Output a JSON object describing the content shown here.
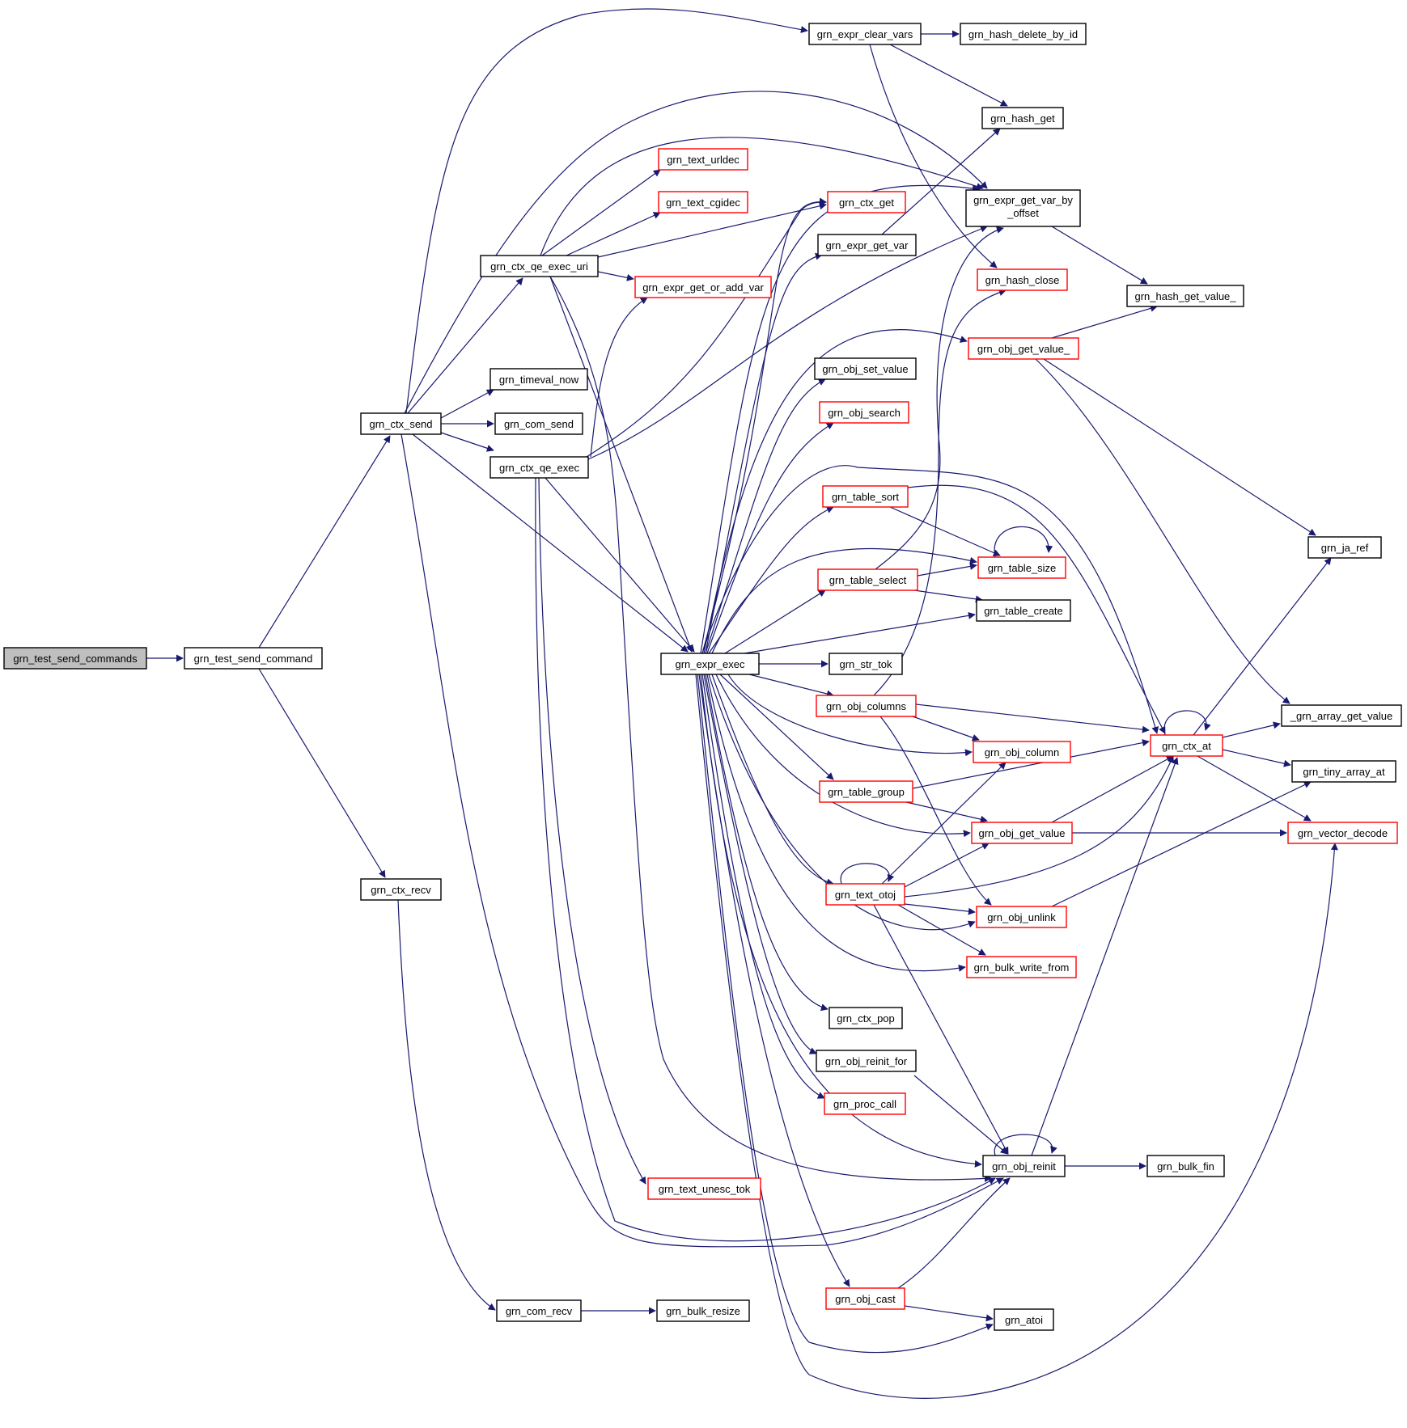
{
  "colors": {
    "edge": "#191970",
    "black_border": "#000000",
    "red_border": "#ff0000",
    "root_fill": "#bfbfbf"
  },
  "nodes": [
    {
      "id": "send_commands",
      "label": "grn_test_send_commands",
      "style": "root"
    },
    {
      "id": "send_command",
      "label": "grn_test_send_command",
      "style": "black"
    },
    {
      "id": "ctx_send",
      "label": "grn_ctx_send",
      "style": "black"
    },
    {
      "id": "ctx_recv",
      "label": "grn_ctx_recv",
      "style": "black"
    },
    {
      "id": "com_recv",
      "label": "grn_com_recv",
      "style": "black"
    },
    {
      "id": "bulk_resize",
      "label": "grn_bulk_resize",
      "style": "black"
    },
    {
      "id": "ctx_qe_exec_uri",
      "label": "grn_ctx_qe_exec_uri",
      "style": "black"
    },
    {
      "id": "timeval_now",
      "label": "grn_timeval_now",
      "style": "black"
    },
    {
      "id": "com_send",
      "label": "grn_com_send",
      "style": "black"
    },
    {
      "id": "ctx_qe_exec",
      "label": "grn_ctx_qe_exec",
      "style": "black"
    },
    {
      "id": "expr_exec",
      "label": "grn_expr_exec",
      "style": "black"
    },
    {
      "id": "text_unesc_tok",
      "label": "grn_text_unesc_tok",
      "style": "red"
    },
    {
      "id": "expr_clear_vars",
      "label": "grn_expr_clear_vars",
      "style": "black"
    },
    {
      "id": "hash_delete_by_id",
      "label": "grn_hash_delete_by_id",
      "style": "black"
    },
    {
      "id": "hash_get",
      "label": "grn_hash_get",
      "style": "black"
    },
    {
      "id": "text_urldec",
      "label": "grn_text_urldec",
      "style": "red"
    },
    {
      "id": "text_cgidec",
      "label": "grn_text_cgidec",
      "style": "red"
    },
    {
      "id": "ctx_get",
      "label": "grn_ctx_get",
      "style": "red"
    },
    {
      "id": "expr_get_var_by_offset",
      "label": "grn_expr_get_var_by",
      "label2": "_offset",
      "style": "black"
    },
    {
      "id": "expr_get_var",
      "label": "grn_expr_get_var",
      "style": "black"
    },
    {
      "id": "expr_get_or_add_var",
      "label": "grn_expr_get_or_add_var",
      "style": "red"
    },
    {
      "id": "hash_close",
      "label": "grn_hash_close",
      "style": "red"
    },
    {
      "id": "hash_get_value_",
      "label": "grn_hash_get_value_",
      "style": "black"
    },
    {
      "id": "obj_get_value_",
      "label": "grn_obj_get_value_",
      "style": "red"
    },
    {
      "id": "obj_set_value",
      "label": "grn_obj_set_value",
      "style": "black"
    },
    {
      "id": "obj_search",
      "label": "grn_obj_search",
      "style": "red"
    },
    {
      "id": "table_sort",
      "label": "grn_table_sort",
      "style": "red"
    },
    {
      "id": "table_size",
      "label": "grn_table_size",
      "style": "red"
    },
    {
      "id": "ja_ref",
      "label": "grn_ja_ref",
      "style": "black"
    },
    {
      "id": "table_select",
      "label": "grn_table_select",
      "style": "red"
    },
    {
      "id": "table_create",
      "label": "grn_table_create",
      "style": "black"
    },
    {
      "id": "str_tok",
      "label": "grn_str_tok",
      "style": "black"
    },
    {
      "id": "obj_columns",
      "label": "grn_obj_columns",
      "style": "red"
    },
    {
      "id": "array_get_value",
      "label": "_grn_array_get_value",
      "style": "black"
    },
    {
      "id": "ctx_at",
      "label": "grn_ctx_at",
      "style": "red"
    },
    {
      "id": "obj_column",
      "label": "grn_obj_column",
      "style": "red"
    },
    {
      "id": "tiny_array_at",
      "label": "grn_tiny_array_at",
      "style": "black"
    },
    {
      "id": "table_group",
      "label": "grn_table_group",
      "style": "red"
    },
    {
      "id": "obj_get_value",
      "label": "grn_obj_get_value",
      "style": "red"
    },
    {
      "id": "vector_decode",
      "label": "grn_vector_decode",
      "style": "red"
    },
    {
      "id": "text_otoj",
      "label": "grn_text_otoj",
      "style": "red"
    },
    {
      "id": "obj_unlink",
      "label": "grn_obj_unlink",
      "style": "red"
    },
    {
      "id": "bulk_write_from",
      "label": "grn_bulk_write_from",
      "style": "red"
    },
    {
      "id": "ctx_pop",
      "label": "grn_ctx_pop",
      "style": "black"
    },
    {
      "id": "obj_reinit_for",
      "label": "grn_obj_reinit_for",
      "style": "black"
    },
    {
      "id": "proc_call",
      "label": "grn_proc_call",
      "style": "red"
    },
    {
      "id": "obj_reinit",
      "label": "grn_obj_reinit",
      "style": "black"
    },
    {
      "id": "bulk_fin",
      "label": "grn_bulk_fin",
      "style": "black"
    },
    {
      "id": "obj_cast",
      "label": "grn_obj_cast",
      "style": "red"
    },
    {
      "id": "atoi",
      "label": "grn_atoi",
      "style": "black"
    }
  ]
}
